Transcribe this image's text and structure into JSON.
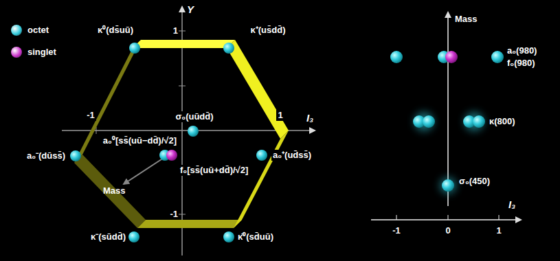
{
  "diagram": {
    "nodes": [
      {
        "text": [
          "κ⁰(ds̄uū)"
        ]
      },
      {
        "text": [
          "κ⁺(us̄dd̄)"
        ]
      },
      {
        "text": [
          "σ₀(uūdd̄)"
        ]
      },
      {
        "text": [
          "a₀⁻(dūss̄)"
        ]
      },
      {
        "text": [
          "a₀⁰[ss̄(uū−dd̄)/√2]"
        ]
      },
      {
        "text": [
          "a₀⁺(ud̄ss̄)"
        ]
      },
      {
        "text": [
          "f₀[ss̄(uū+dd̄)/√2]"
        ]
      },
      {
        "text": [
          "κ⁻(sūdd̄)"
        ]
      },
      {
        "text": [
          "κ̄⁰(sd̄uū)"
        ]
      }
    ],
    "labels": [
      "Y",
      "1",
      "-1",
      "I₃",
      "1",
      "-1",
      "Mass",
      "Mass",
      "a₀(980)",
      "f₀(980)",
      "κ(800)",
      "σ₀(450)",
      "I₃",
      "-1",
      "0",
      "1"
    ],
    "legend": [
      {
        "text": "octet",
        "color": "#33ccdd"
      },
      {
        "text": "singlet",
        "color": "#cc33cc"
      }
    ]
  }
}
